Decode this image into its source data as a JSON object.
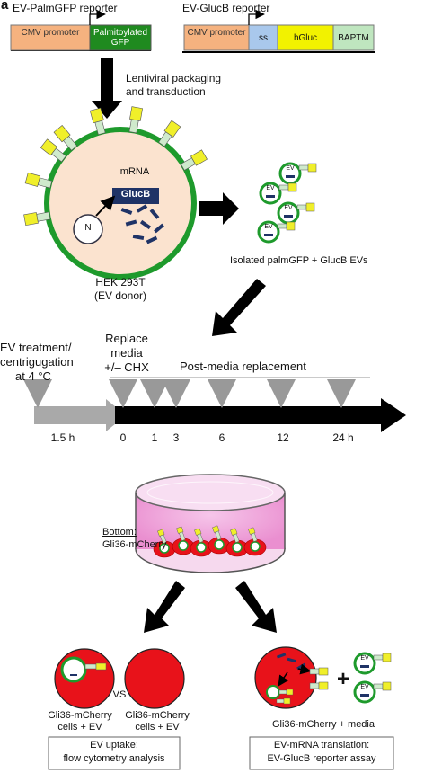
{
  "panel_letter": "a",
  "reporter1": {
    "title": "EV-PalmGFP reporter",
    "promoter": "CMV promoter",
    "gene": "Palmitoylated GFP"
  },
  "reporter2": {
    "title": "EV-GlucB reporter",
    "promoter": "CMV promoter",
    "seg1": "ss",
    "seg2": "hGluc",
    "seg3": "BAPTM"
  },
  "packaging": {
    "line1": "Lentiviral packaging",
    "line2": "and transduction"
  },
  "cell": {
    "mrna": "mRNA",
    "glucb": "GlucB",
    "nucleus": "N",
    "name1": "HEK 293T",
    "name2": "(EV donor)"
  },
  "ev_label": "EV",
  "isolated": "Isolated palmGFP + GlucB EVs",
  "timeline": {
    "left1": "EV treatment/",
    "left2": "centrigugation",
    "left3": "at 4 °C",
    "replace1": "Replace",
    "replace2": "media",
    "replace3": "+/– CHX",
    "post": "Post-media replacement",
    "ticks": [
      "1.5 h",
      "0",
      "1",
      "3",
      "6",
      "12",
      "24 h"
    ]
  },
  "dish": {
    "bottom1": "Bottom:",
    "bottom2": "Gli36-mCherry"
  },
  "outcome": {
    "vs": "VS",
    "cells_ev_a1": "Gli36-mCherry",
    "cells_ev_a2": "cells + EV",
    "cells_ev_b1": "Gli36-mCherry",
    "cells_ev_b2": "cells + EV",
    "media": "Gli36-mCherry + media",
    "plus": "+",
    "box1_line1": "EV uptake:",
    "box1_line2": "flow cytometry analysis",
    "box2_line1": "EV-mRNA translation:",
    "box2_line2": "EV-GlucB reporter assay"
  },
  "colors": {
    "promoter": "#f5b27f",
    "gfp": "#1f8a1f",
    "ss": "#a9c8ec",
    "hgluc": "#f2f200",
    "baptm": "#bfe6bf",
    "cell_fill": "#fbe3cf",
    "cell_border": "#1e9a2c",
    "glucb": "#1f3366",
    "red_cell": "#e8121a",
    "stalk": "#cfeacc",
    "head": "#f0ef2a"
  }
}
